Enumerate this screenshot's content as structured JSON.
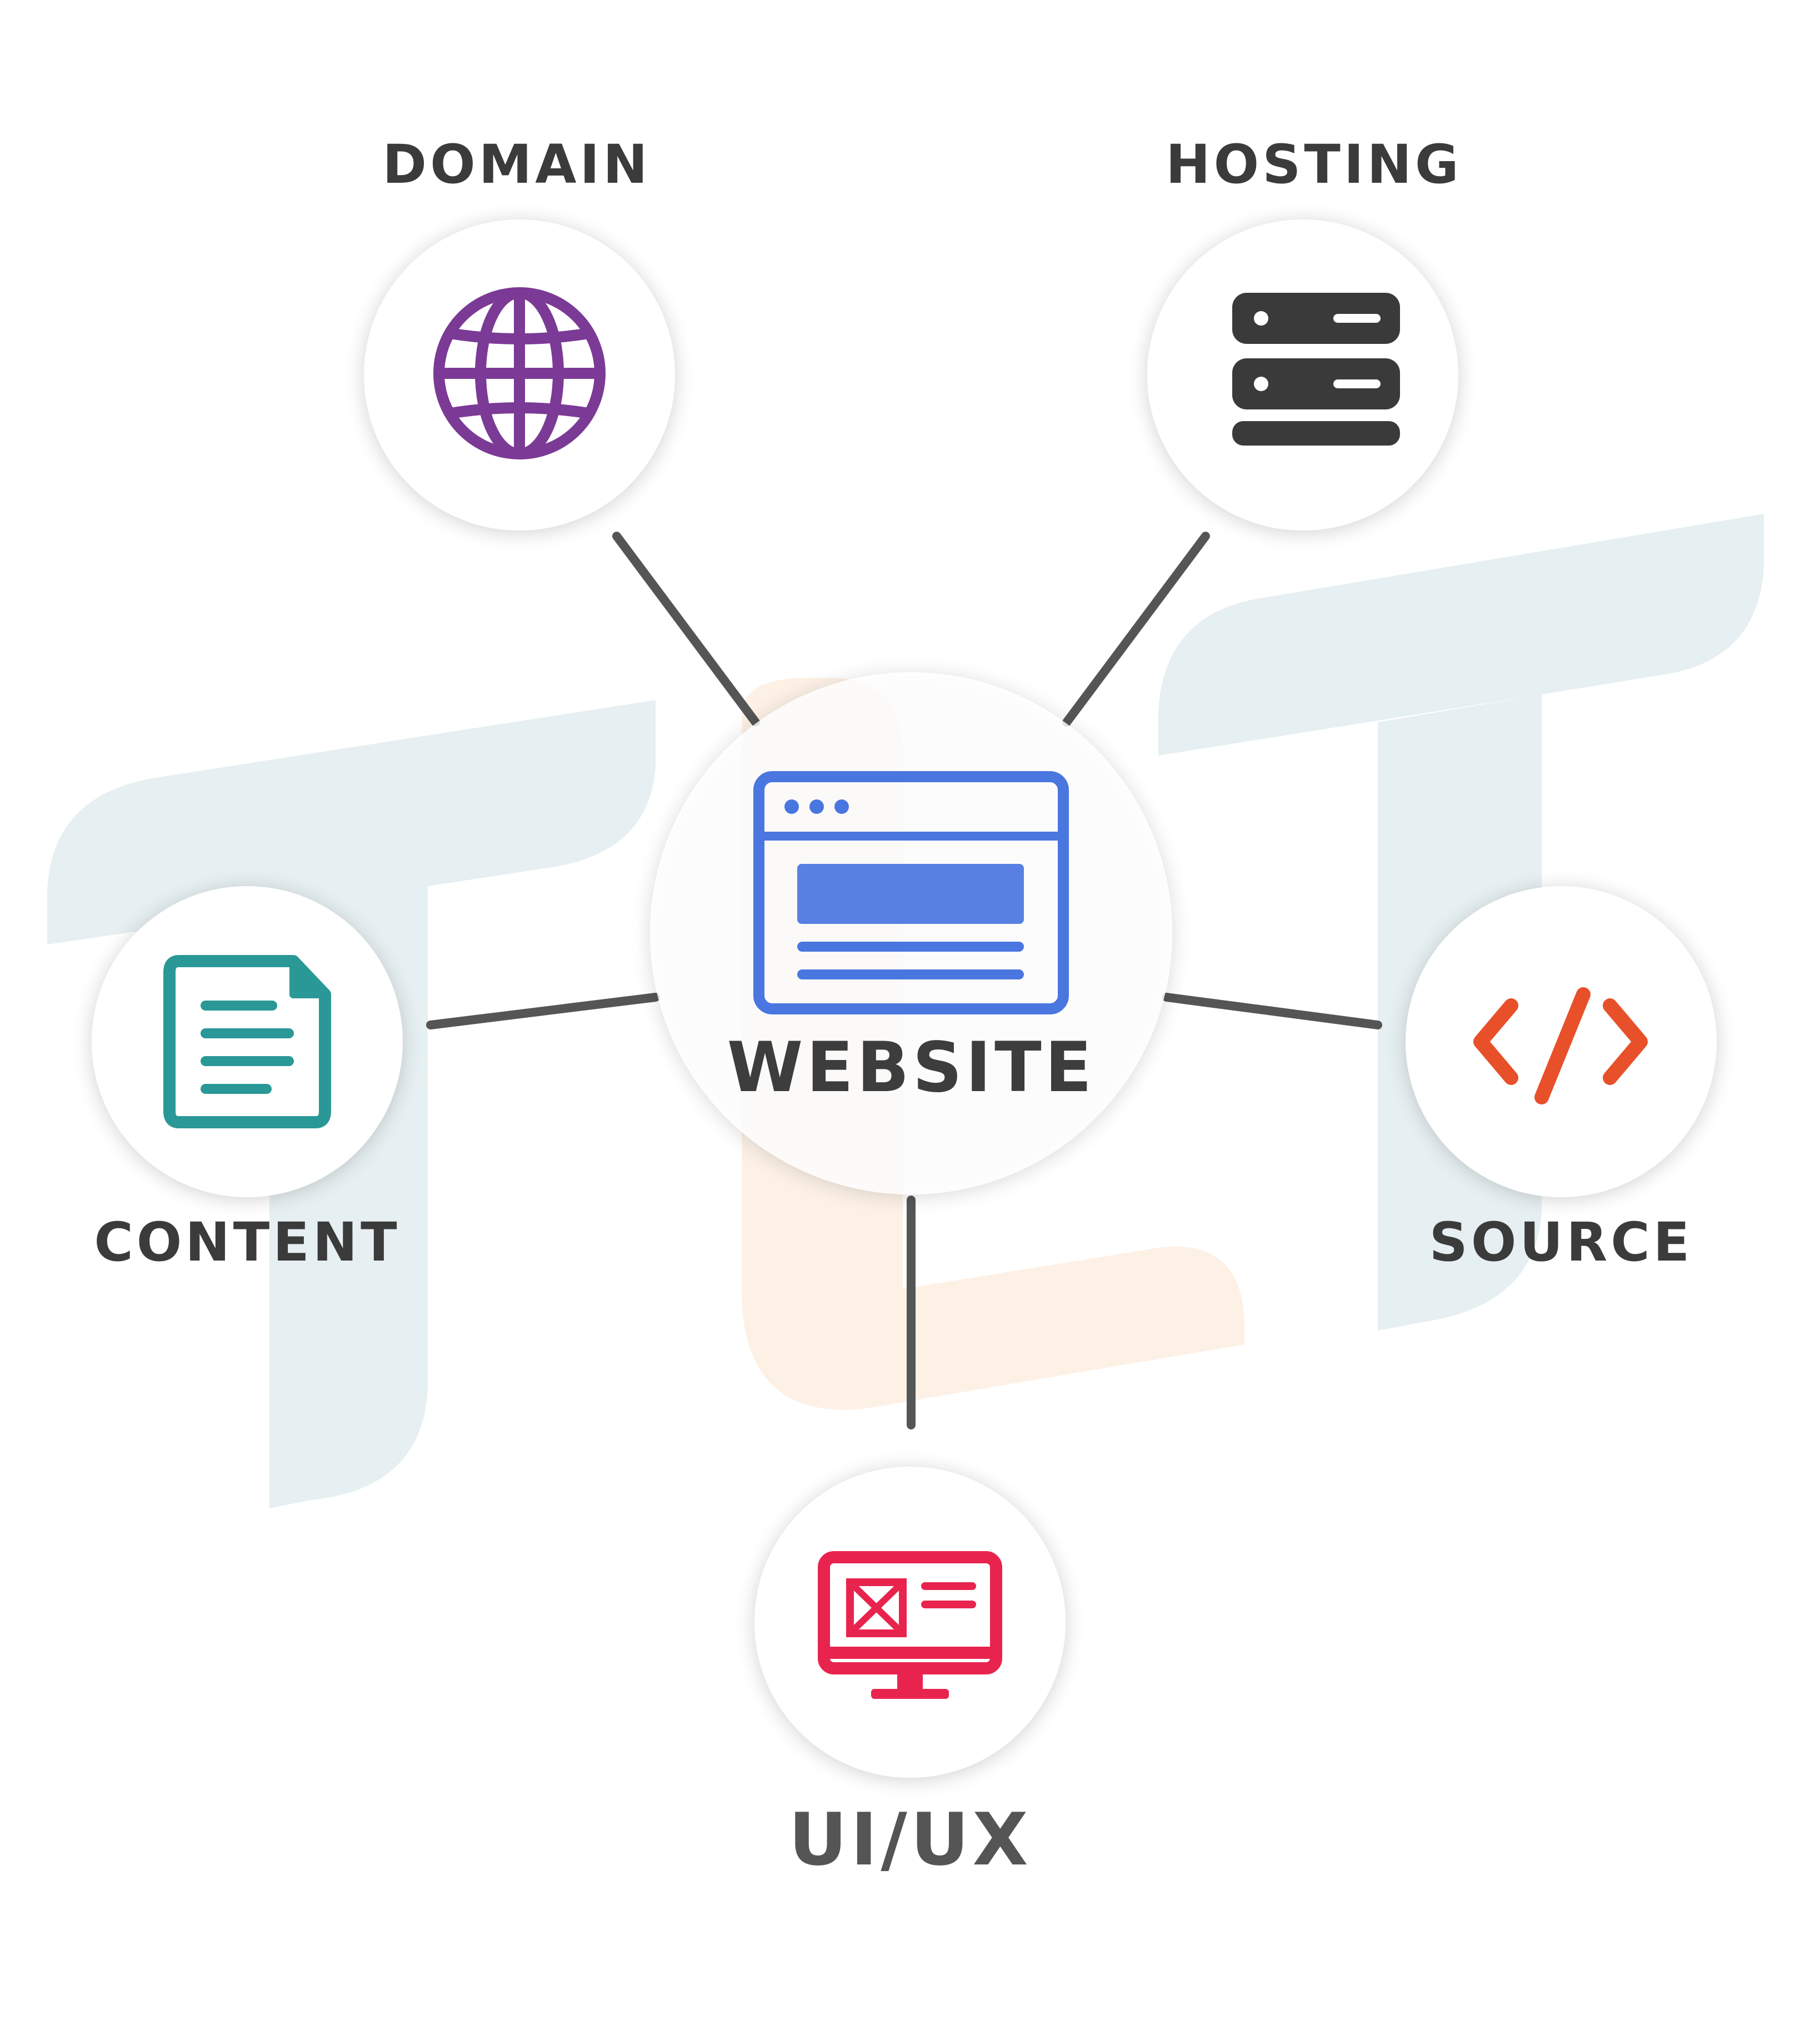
{
  "center": {
    "label": "WEBSITE",
    "icon": "browser-window-icon",
    "color": "#4a76e0"
  },
  "nodes": {
    "domain": {
      "label": "DOMAIN",
      "icon": "globe-icon",
      "color": "#7b3a96"
    },
    "hosting": {
      "label": "HOSTING",
      "icon": "server-icon",
      "color": "#3a3a3a"
    },
    "content": {
      "label": "CONTENT",
      "icon": "document-icon",
      "color": "#2a9896"
    },
    "source": {
      "label": "SOURCE",
      "icon": "code-tag-icon",
      "color": "#e8502a"
    },
    "uiux": {
      "label": "UI/UX",
      "icon": "monitor-wireframe-icon",
      "color": "#e8244e"
    }
  },
  "connector_color": "#555555",
  "watermark": {
    "icon": "tlt-logo-watermark",
    "color_primary": "#e6eff1",
    "color_accent": "#fdf1e6"
  }
}
